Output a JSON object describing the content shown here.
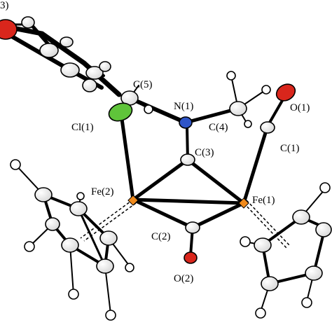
{
  "figure": {
    "type": "ORTEP molecular structure",
    "atom_colors": {
      "carbon": "#ffffff",
      "oxygen": "#d9261c",
      "nitrogen": "#2f55c8",
      "chlorine": "#5fc43a",
      "iron": "#f08a1c",
      "hydrogen": "#ffffff"
    }
  },
  "labels": {
    "c5": "C(5)",
    "n1": "N(1)",
    "cl1": "Cl(1)",
    "c4": "C(4)",
    "o1": "O(1)",
    "c3": "C(3)",
    "c1": "C(1)",
    "fe2": "Fe(2)",
    "fe1": "Fe(1)",
    "c2": "C(2)",
    "o2": "O(2)",
    "corner": "3)"
  }
}
